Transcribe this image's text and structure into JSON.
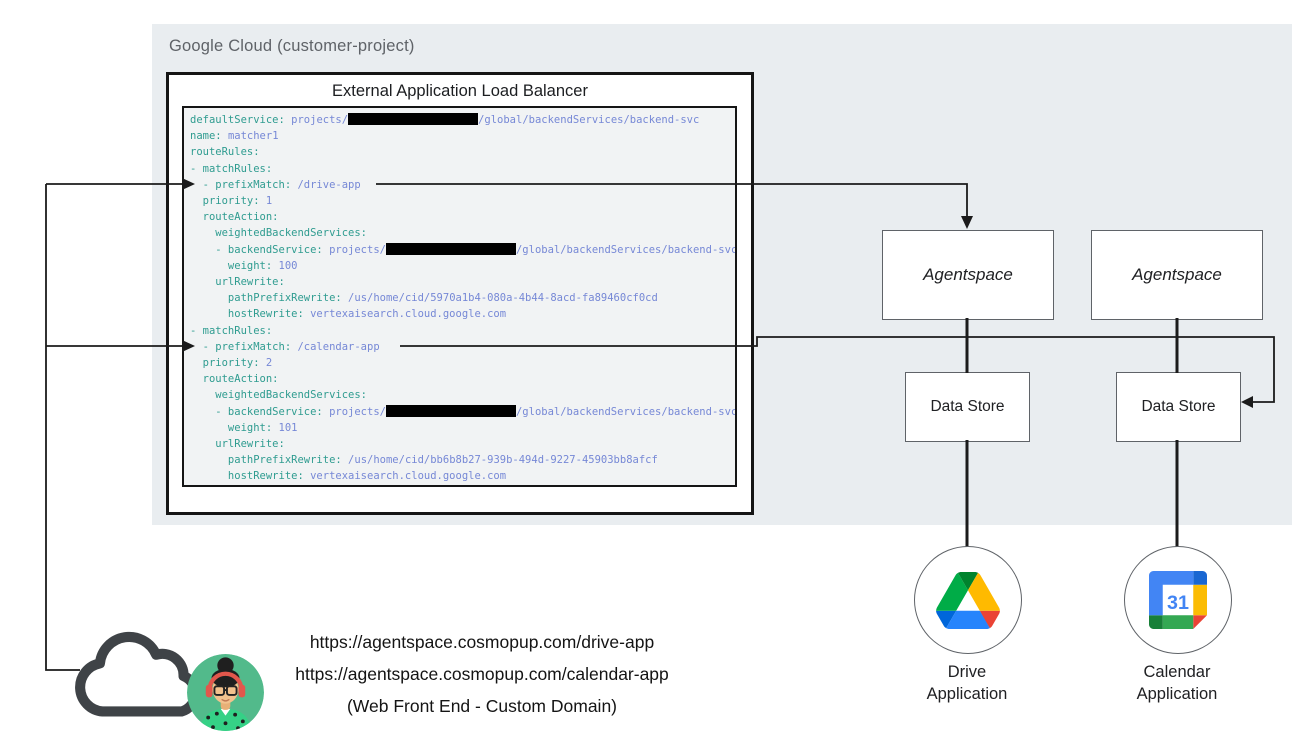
{
  "header": {
    "environment_label": "Google Cloud (customer-project)"
  },
  "load_balancer": {
    "title": "External Application Load Balancer",
    "config": {
      "key_color": "#2f9c90",
      "value_color": "#7688d6",
      "lines": [
        [
          [
            "key",
            "defaultService: "
          ],
          [
            "val",
            "projects/"
          ],
          [
            "redact",
            ""
          ],
          [
            "val",
            "/global/backendServices/backend-svc"
          ]
        ],
        [
          [
            "key",
            "name: "
          ],
          [
            "val",
            "matcher1"
          ]
        ],
        [
          [
            "key",
            "routeRules:"
          ]
        ],
        [
          [
            "key",
            "- matchRules:"
          ]
        ],
        [
          [
            "key",
            "  - prefixMatch: "
          ],
          [
            "val",
            "/drive-app"
          ]
        ],
        [
          [
            "key",
            "  priority: "
          ],
          [
            "val",
            "1"
          ]
        ],
        [
          [
            "key",
            "  routeAction:"
          ]
        ],
        [
          [
            "key",
            "    weightedBackendServices:"
          ]
        ],
        [
          [
            "key",
            "    - backendService: "
          ],
          [
            "val",
            "projects/"
          ],
          [
            "redact",
            ""
          ],
          [
            "val",
            "/global/backendServices/backend-svc"
          ]
        ],
        [
          [
            "key",
            "      weight: "
          ],
          [
            "val",
            "100"
          ]
        ],
        [
          [
            "key",
            "    urlRewrite:"
          ]
        ],
        [
          [
            "key",
            "      pathPrefixRewrite: "
          ],
          [
            "val",
            "/us/home/cid/5970a1b4-080a-4b44-8acd-fa89460cf0cd"
          ]
        ],
        [
          [
            "key",
            "      hostRewrite: "
          ],
          [
            "val",
            "vertexaisearch.cloud.google.com"
          ]
        ],
        [
          [
            "key",
            "- matchRules:"
          ]
        ],
        [
          [
            "key",
            "  - prefixMatch: "
          ],
          [
            "val",
            "/calendar-app"
          ]
        ],
        [
          [
            "key",
            "  priority: "
          ],
          [
            "val",
            "2"
          ]
        ],
        [
          [
            "key",
            "  routeAction:"
          ]
        ],
        [
          [
            "key",
            "    weightedBackendServices:"
          ]
        ],
        [
          [
            "key",
            "    - backendService: "
          ],
          [
            "val",
            "projects/"
          ],
          [
            "redact",
            ""
          ],
          [
            "val",
            "/global/backendServices/backend-svc"
          ]
        ],
        [
          [
            "key",
            "      weight: "
          ],
          [
            "val",
            "101"
          ]
        ],
        [
          [
            "key",
            "    urlRewrite:"
          ]
        ],
        [
          [
            "key",
            "      pathPrefixRewrite: "
          ],
          [
            "val",
            "/us/home/cid/bb6b8b27-939b-494d-9227-45903bb8afcf"
          ]
        ],
        [
          [
            "key",
            "      hostRewrite: "
          ],
          [
            "val",
            "vertexaisearch.cloud.google.com"
          ]
        ]
      ]
    }
  },
  "nodes": {
    "agentspace": [
      "Agentspace",
      "Agentspace"
    ],
    "data_store": [
      "Data Store",
      "Data Store"
    ]
  },
  "apps": {
    "drive": {
      "label": [
        "Drive",
        "Application"
      ]
    },
    "calendar": {
      "label": [
        "Calendar",
        "Application"
      ],
      "icon_day": "31"
    }
  },
  "frontend": {
    "urls": [
      "https://agentspace.cosmopup.com/drive-app",
      "https://agentspace.cosmopup.com/calendar-app"
    ],
    "caption": "(Web Front End - Custom Domain)"
  },
  "icons": {
    "drive_icon": {
      "blue": "#2684fc",
      "dark_blue": "#0066da",
      "green": "#00ac47",
      "dark_green": "#00832d",
      "yellow": "#ffba00",
      "red": "#ea4335"
    },
    "calendar_icon": {
      "blue": "#4285f4",
      "dark_blue": "#1967d2",
      "green": "#34a853",
      "dark_green": "#188038",
      "yellow": "#fbbc04",
      "red": "#ea4335"
    },
    "cloud_icon": {
      "color": "#3f4347"
    },
    "user_avatar": {
      "bg": "#52ba8b",
      "hair": "#1f1f1f",
      "skin": "#f2c28e",
      "headphones": "#e2574c",
      "shirt": "#35d186"
    }
  },
  "colors": {
    "region_bg": "#e9edf0",
    "code_bg": "#f1f3f4",
    "box_border": "#151515",
    "node_border": "#5f6368",
    "wire": "#1b1b1b"
  }
}
